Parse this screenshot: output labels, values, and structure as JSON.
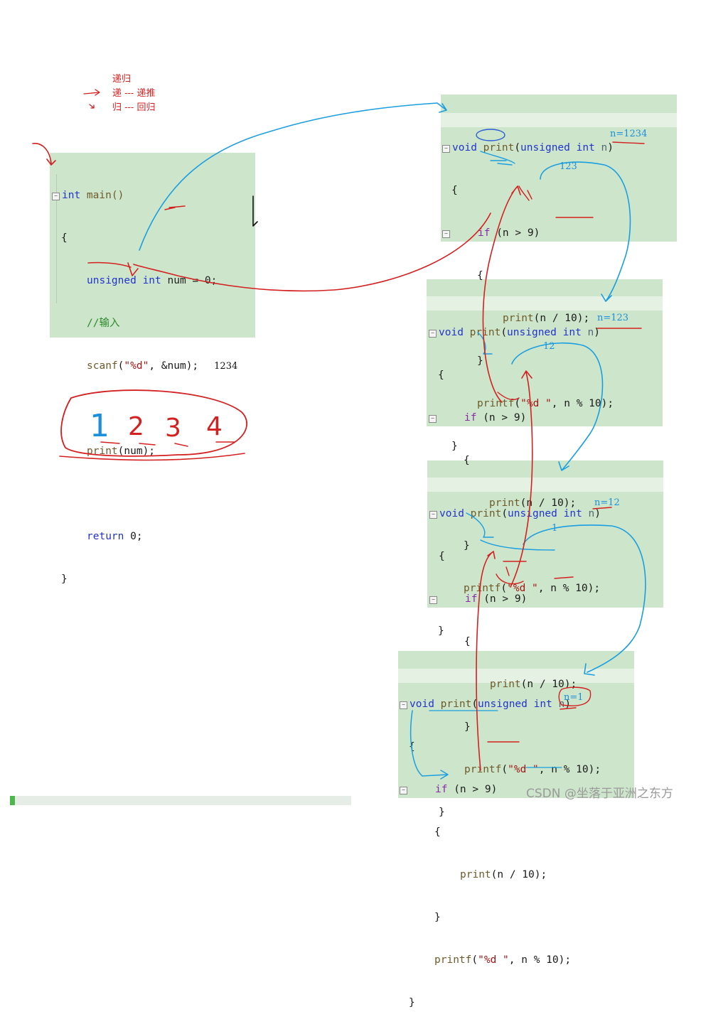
{
  "legend": {
    "title": "递归",
    "line1": "递 --- 递推",
    "line2": "归 --- 回归"
  },
  "main_code": {
    "line1_kw": "int",
    "line1_rest": " main()",
    "open": "{",
    "decl_kw": "unsigned int",
    "decl_rest": " num = 0;",
    "comment": "//输入",
    "scanf_fn": "scanf",
    "scanf_open": "(",
    "scanf_str": "\"%d\"",
    "scanf_rest": ", &num);",
    "input_value": "1234",
    "print_fn": "print",
    "print_rest": "(num);",
    "return_kw": "return",
    "return_rest": " 0;",
    "close": "}"
  },
  "print_code": {
    "void_kw": "void",
    "fn_name": " print",
    "param_open": "(",
    "param_type": "unsigned int",
    "param_name": " n",
    "param_close": ")",
    "open": "{",
    "if_kw": "if",
    "if_rest": " (n > 9)",
    "inner_open": "{",
    "call_fn": "print",
    "call_rest": "(n / 10);",
    "inner_close": "}",
    "printf_fn": "printf",
    "printf_open": "(",
    "printf_str": "\"%d \"",
    "printf_rest": ", n % 10);",
    "close": "}"
  },
  "annotations": {
    "n1": "n=1234",
    "v1": "123",
    "n2": "n=123",
    "v2": "12",
    "n3": "n=12",
    "v3": "1",
    "n4": "n=1"
  },
  "output": {
    "digits": [
      "1",
      "2",
      "3",
      "4"
    ]
  },
  "watermark": "CSDN @坐落于亚洲之东方",
  "colors": {
    "panel_bg": "#cde6cb",
    "arrow_blue": "#1a9ee0",
    "arrow_red": "#d42020"
  }
}
